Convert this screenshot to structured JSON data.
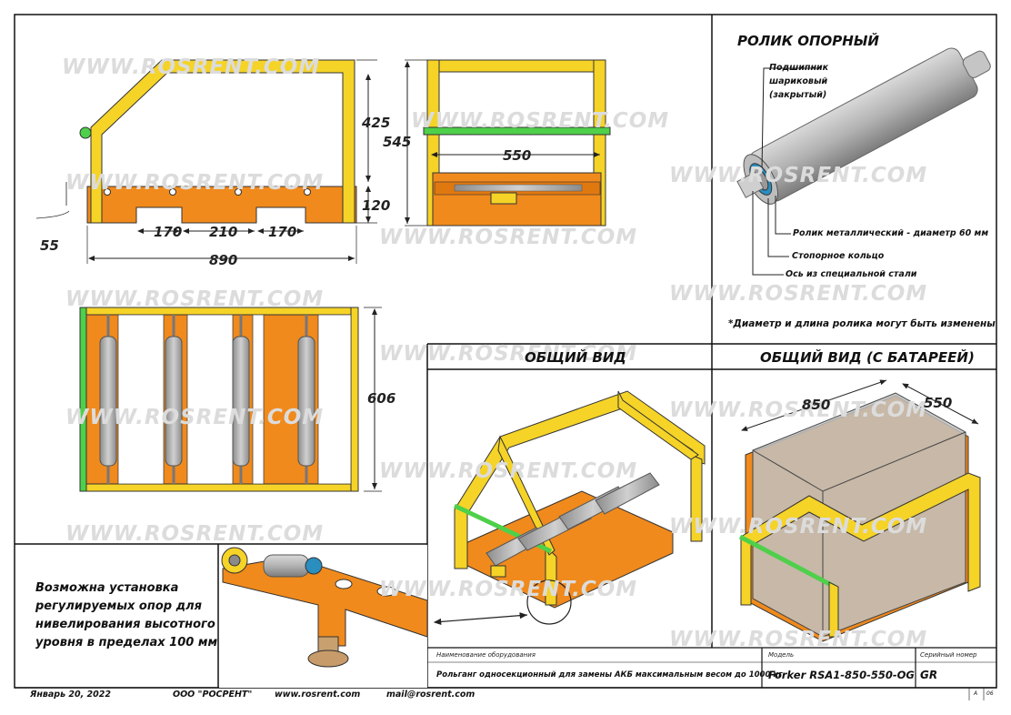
{
  "watermark": "WWW.ROSRENT.COM",
  "dimensions": {
    "d425": "425",
    "d545": "545",
    "d120": "120",
    "d55": "55",
    "d890": "890",
    "d170a": "170",
    "d210": "210",
    "d170b": "170",
    "d550_front": "550",
    "d606": "606",
    "d850": "850",
    "d550_iso": "550"
  },
  "roller_panel": {
    "title": "РОЛИК ОПОРНЫЙ",
    "bearing": [
      "Подшипник",
      "шариковый",
      "(закрытый)"
    ],
    "roller": "Ролик металлический - диаметр 60 мм",
    "ring": "Стопорное кольцо",
    "axle": "Ось из специальной стали",
    "footnote": "*Диаметр и длина ролика могут быть изменены"
  },
  "views": {
    "general": "ОБЩИЙ ВИД",
    "general_battery": "ОБЩИЙ ВИД (С БАТАРЕЕЙ)"
  },
  "support_note": [
    "Возможна установка",
    "регулируемых опор для",
    "нивелирования высотного",
    "уровня в пределах 100 мм"
  ],
  "title_block": {
    "equipment_label": "Наименование оборудования",
    "equipment_value": "Рольганг односекционный для замены АКБ максимальным весом до 1000 кг",
    "model_label": "Модель",
    "model_value": "Forker RSA1-850-550-OG",
    "serial_label": "Серийный номер",
    "serial_value": "GR",
    "sheet_a": "A",
    "sheet_no": "06"
  },
  "footer": {
    "date": "Январь 20, 2022",
    "company": "ООО \"РОСРЕНТ\"",
    "website": "www.rosrent.com",
    "email": "mail@rosrent.com"
  },
  "colors": {
    "frame": "#f5d327",
    "body": "#f08a1c",
    "green": "#4ed04a",
    "roller": "#a9a9a9"
  }
}
